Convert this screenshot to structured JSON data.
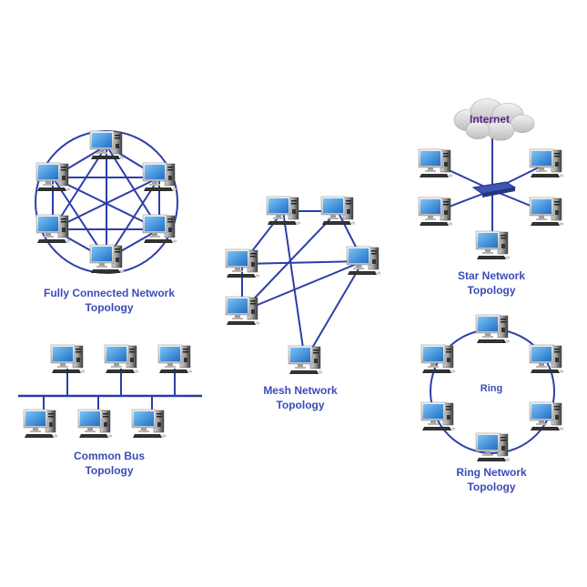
{
  "colors": {
    "link": "#2d3ea8",
    "label": "#3b4bb8",
    "cloud_text": "#5b2a86",
    "screen": "#2f8fe0",
    "case": "#e6e6e6"
  },
  "diagrams": {
    "fully_connected": {
      "title": "Fully Connected Network\nTopology",
      "nodes": [
        "pc-top",
        "pc-top-right",
        "pc-bottom-right",
        "pc-bottom",
        "pc-bottom-left",
        "pc-top-left"
      ],
      "topology": "full-mesh-with-ring"
    },
    "common_bus": {
      "title": "Common Bus\nTopology",
      "top_nodes": 3,
      "bottom_nodes": 3,
      "topology": "bus"
    },
    "mesh": {
      "title": "Mesh Network\nTopology",
      "nodes": [
        "pc-a",
        "pc-b",
        "pc-c",
        "pc-d",
        "pc-e",
        "pc-f"
      ],
      "topology": "partial-mesh"
    },
    "star": {
      "title": "Star Network\nTopology",
      "cloud_label": "Internet",
      "hub": "switch",
      "nodes": 5,
      "topology": "star"
    },
    "ring": {
      "title": "Ring Network\nTopology",
      "center_label": "Ring",
      "nodes": 6,
      "topology": "ring"
    }
  }
}
